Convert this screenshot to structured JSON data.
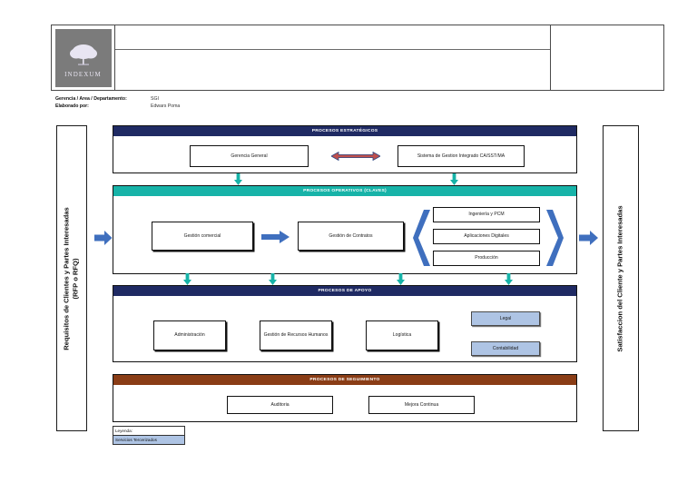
{
  "header": {
    "logo_text": "INDEXUM",
    "logo_icon": "tree-icon"
  },
  "meta": {
    "label_1": "Gerencia / Area / Departamento:",
    "value_1": "SGI",
    "label_2": "Elaborado por:",
    "value_2": "Edwars Poma"
  },
  "sides": {
    "left_label": "Requisitos de Clientes y Partes Interesadas (RFP o RFQ)",
    "left_line_1": "Requisitos de Clientes y Partes Interesadas",
    "left_line_2": "(RFP o RFQ)",
    "right_label": "Satisfaccion del Cliente y Partes Interesadas"
  },
  "bands": {
    "estrategicos": {
      "title": "PROCESOS ESTRATÉGICOS",
      "color": "#1f2a63",
      "boxes": [
        {
          "label": "Gerencia General"
        },
        {
          "label": "Sistema de Gestion Integrado  CA/SST/MA"
        }
      ],
      "connector": "red-double-arrow"
    },
    "operativos": {
      "title": "PROCESOS OPERATIVOS (CLAVES)",
      "color": "#17b3a8",
      "boxes": [
        {
          "label": "Gestión comercial"
        },
        {
          "label": "Gestión de Contratos"
        }
      ],
      "grouped_boxes": [
        {
          "label": "Ingeniería y PCM"
        },
        {
          "label": "Aplicaciones Digitales"
        },
        {
          "label": "Producción"
        }
      ]
    },
    "apoyo": {
      "title": "PROCESOS DE APOYO",
      "color": "#1f2a63",
      "boxes": [
        {
          "label": "Administración"
        },
        {
          "label": "Gestión de Recursos Humanos"
        },
        {
          "label": "Logística"
        }
      ],
      "outsourced_boxes": [
        {
          "label": "Legal"
        },
        {
          "label": "Contabilidad"
        }
      ]
    },
    "seguimiento": {
      "title": "PROCESOS DE SEGUIMIENTO",
      "color": "#8a3d16",
      "boxes": [
        {
          "label": "Auditoria"
        },
        {
          "label": "Mejora Continua"
        }
      ]
    }
  },
  "legend": {
    "title": "Leyenda:",
    "item": "Servicios Tercerizados",
    "item_color": "#aec4e4"
  }
}
